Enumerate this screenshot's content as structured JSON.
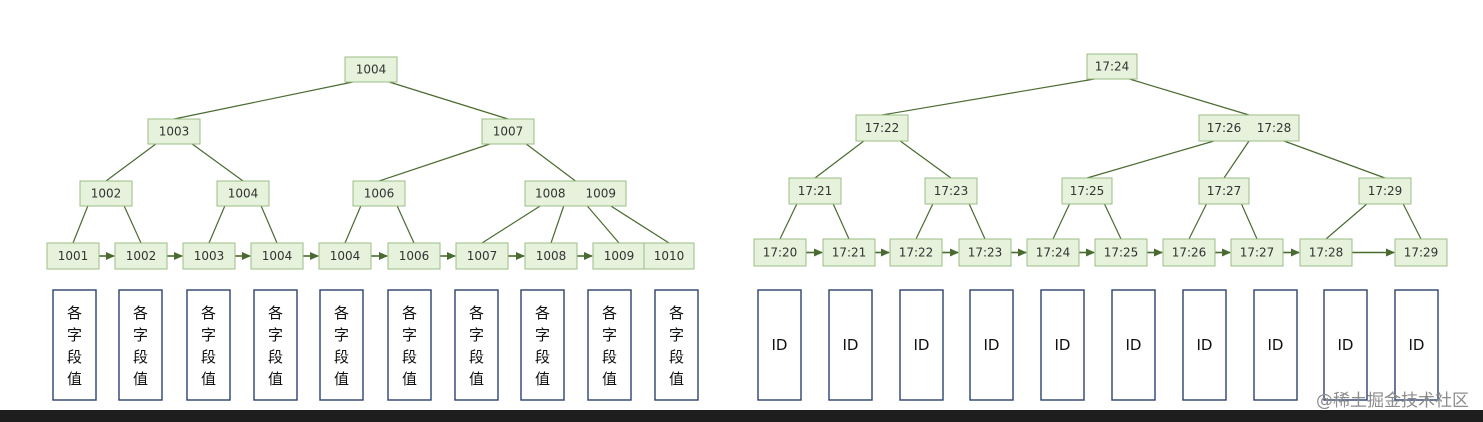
{
  "left_tree": {
    "nodes": [
      {
        "id": "L0",
        "keys": [
          "1004"
        ],
        "parent": null
      },
      {
        "id": "L1a",
        "keys": [
          "1003"
        ],
        "parent": "L0"
      },
      {
        "id": "L1b",
        "keys": [
          "1007"
        ],
        "parent": "L0"
      },
      {
        "id": "L2a",
        "keys": [
          "1002"
        ],
        "parent": "L1a"
      },
      {
        "id": "L2b",
        "keys": [
          "1004"
        ],
        "parent": "L1a"
      },
      {
        "id": "L2c",
        "keys": [
          "1006"
        ],
        "parent": "L1b"
      },
      {
        "id": "L2d",
        "keys": [
          "1008",
          "1009"
        ],
        "parent": "L1b"
      }
    ],
    "leaves": [
      "1001",
      "1002",
      "1003",
      "1004",
      "1004",
      "1006",
      "1007",
      "1008",
      "1009",
      "1010"
    ],
    "records": [
      "各字段值",
      "各字段值",
      "各字段值",
      "各字段值",
      "各字段值",
      "各字段值",
      "各字段值",
      "各字段值",
      "各字段值",
      "各字段值"
    ]
  },
  "right_tree": {
    "nodes": [
      {
        "id": "R0",
        "keys": [
          "17:24"
        ],
        "parent": null
      },
      {
        "id": "R1a",
        "keys": [
          "17:22"
        ],
        "parent": "R0"
      },
      {
        "id": "R1b",
        "keys": [
          "17:26",
          "17:28"
        ],
        "parent": "R0"
      },
      {
        "id": "R2a",
        "keys": [
          "17:21"
        ],
        "parent": "R1a"
      },
      {
        "id": "R2b",
        "keys": [
          "17:23"
        ],
        "parent": "R1a"
      },
      {
        "id": "R2c",
        "keys": [
          "17:25"
        ],
        "parent": "R1b"
      },
      {
        "id": "R2d",
        "keys": [
          "17:27"
        ],
        "parent": "R1b"
      },
      {
        "id": "R2e",
        "keys": [
          "17:29"
        ],
        "parent": "R1b"
      }
    ],
    "leaves": [
      "17:20",
      "17:21",
      "17:22",
      "17:23",
      "17:24",
      "17:25",
      "17:26",
      "17:27",
      "17:28",
      "17:29"
    ],
    "records": [
      "ID",
      "ID",
      "ID",
      "ID",
      "ID",
      "ID",
      "ID",
      "ID",
      "ID",
      "ID"
    ]
  },
  "watermark": "@稀土掘金技术社区",
  "colors": {
    "node_fill": "#e6f2dc",
    "node_border": "#9bbd85",
    "edge": "#4a6b30",
    "record_border": "#2c4070",
    "text": "#333333"
  }
}
